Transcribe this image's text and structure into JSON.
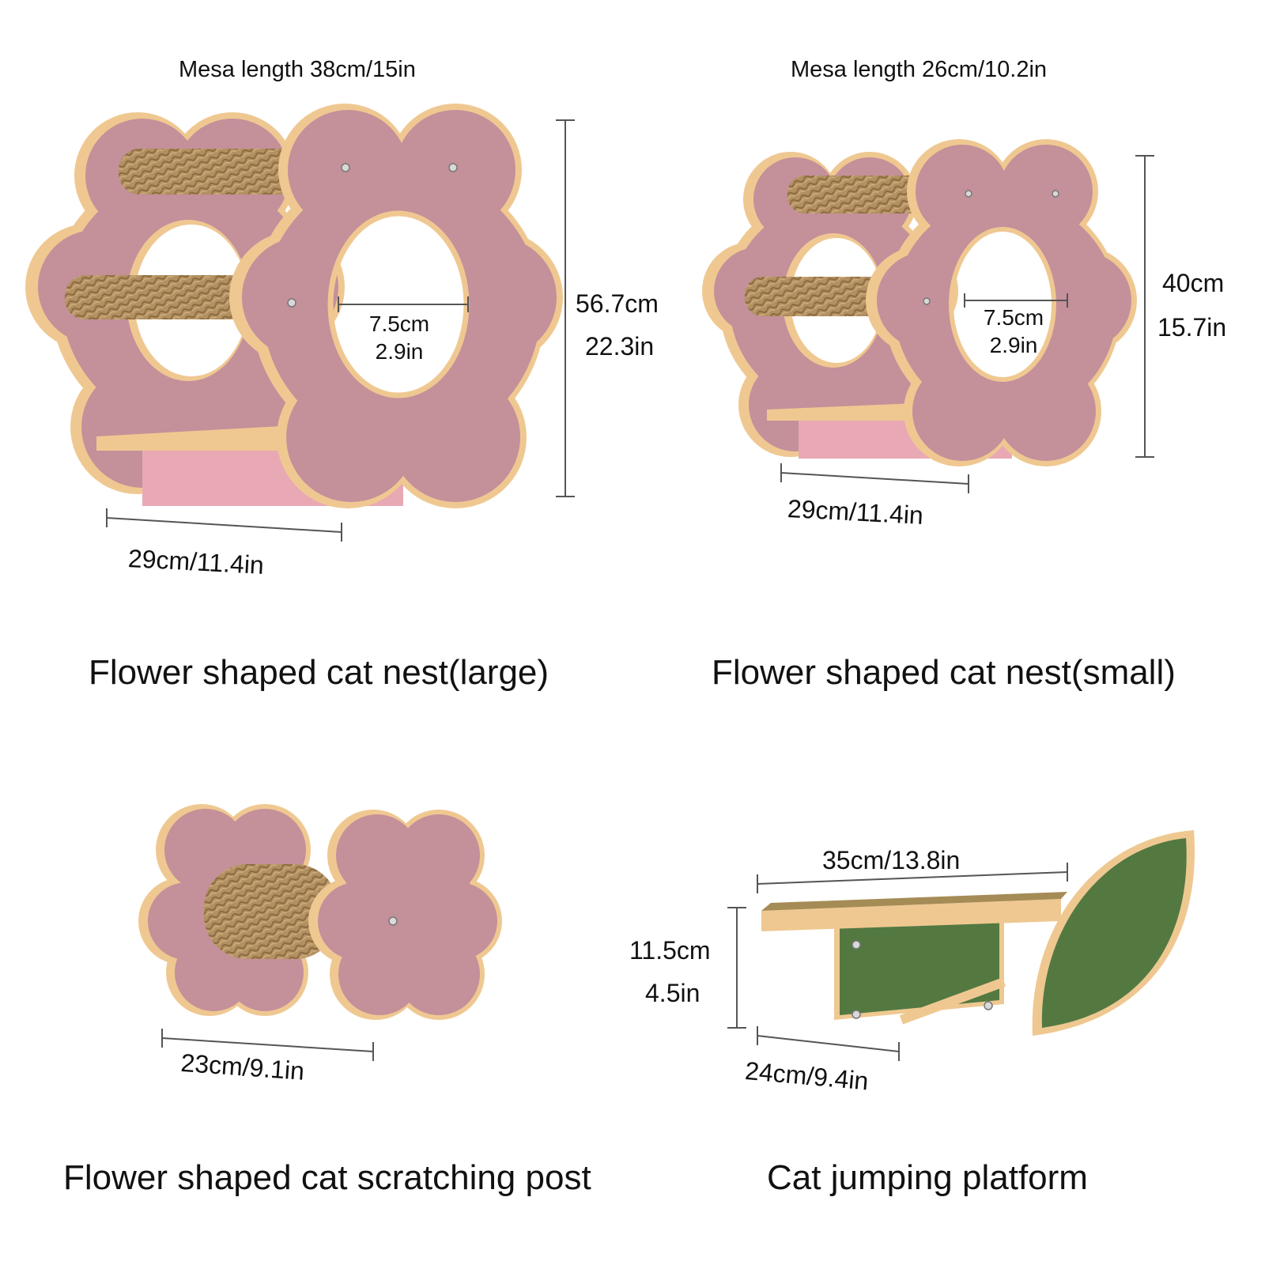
{
  "colors": {
    "pink_face": "#c4909a",
    "pink_light": "#e9a9b4",
    "wood_edge": "#efc891",
    "sisal": "#b39061",
    "leaf_green": "#537941",
    "dim_line": "#555555"
  },
  "products": [
    {
      "caption": "Flower shaped cat nest(large)",
      "mesa": "Mesa length 38cm/15in",
      "width": "29cm/11.4in",
      "height_cm": "56.7cm",
      "height_in": "22.3in",
      "hole_cm": "7.5cm",
      "hole_in": "2.9in"
    },
    {
      "caption": "Flower shaped cat nest(small)",
      "mesa": "Mesa length 26cm/10.2in",
      "width": "29cm/11.4in",
      "height_cm": "40cm",
      "height_in": "15.7in",
      "hole_cm": "7.5cm",
      "hole_in": "2.9in"
    },
    {
      "caption": "Flower shaped cat scratching post",
      "width": "23cm/9.1in"
    },
    {
      "caption": "Cat jumping platform",
      "length": "35cm/13.8in",
      "depth": "24cm/9.4in",
      "height_cm": "11.5cm",
      "height_in": "4.5in"
    }
  ]
}
